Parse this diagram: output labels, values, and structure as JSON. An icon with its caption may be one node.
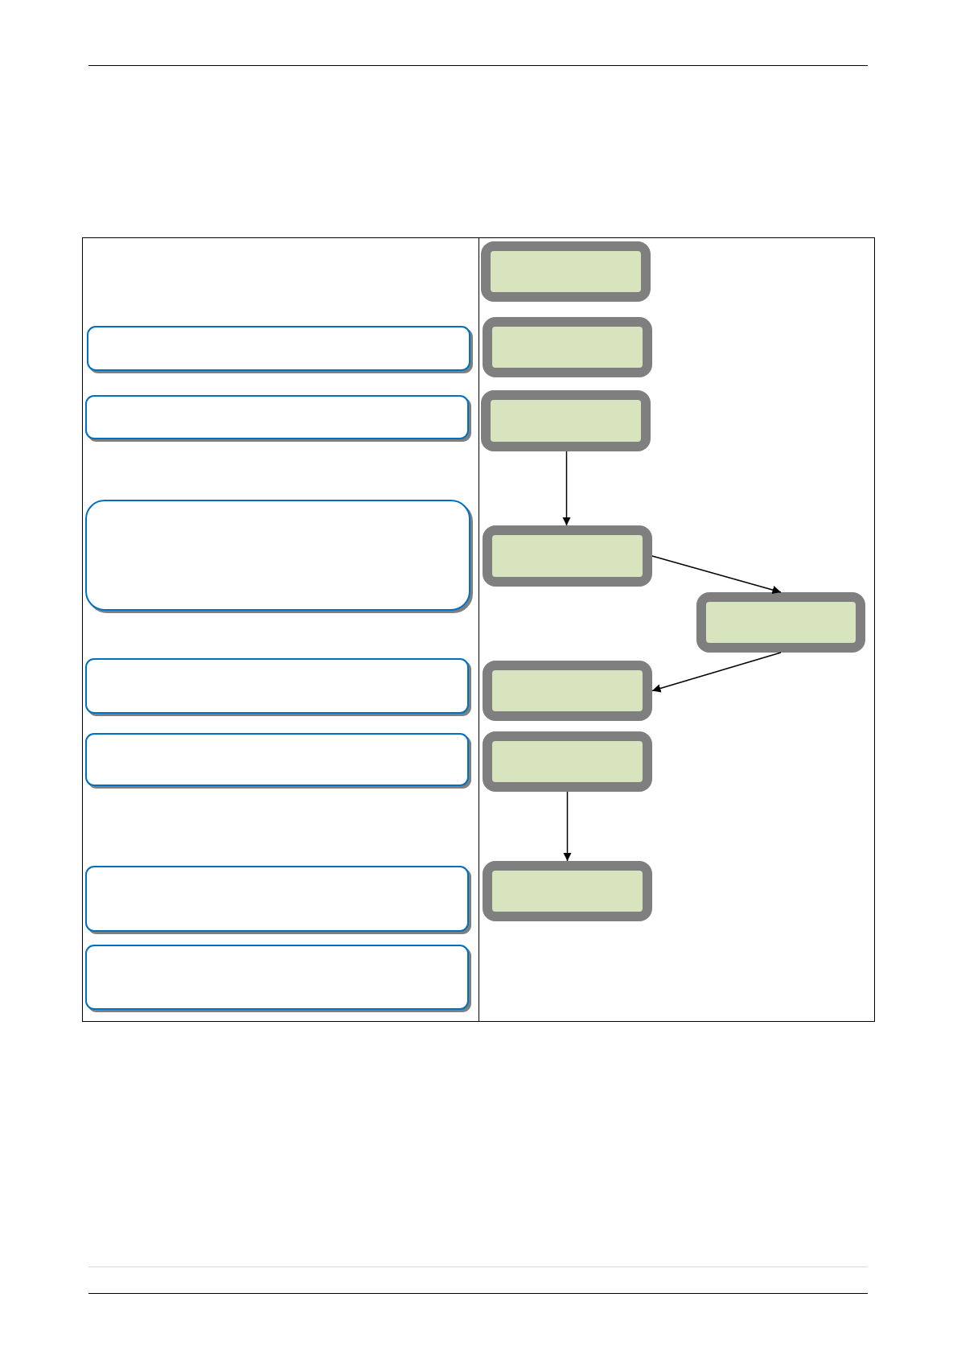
{
  "diagram": {
    "nodes": [
      {
        "text": [],
        "shape": "box"
      },
      {
        "text": [],
        "shape": "box"
      },
      {
        "text": [],
        "shape": "box"
      },
      {
        "text": [],
        "shape": "box"
      },
      {
        "text": [],
        "shape": "box"
      },
      {
        "text": [],
        "shape": "box"
      },
      {
        "text": [],
        "shape": "box"
      },
      {
        "text": [],
        "shape": "box"
      },
      {
        "text": [],
        "shape": "box"
      },
      {
        "text": [],
        "shape": "box"
      },
      {
        "text": [],
        "shape": "box"
      },
      {
        "text": [],
        "shape": "box"
      },
      {
        "text": [],
        "shape": "box"
      },
      {
        "text": [],
        "shape": "box"
      },
      {
        "text": [],
        "shape": "box"
      }
    ],
    "edges": [
      {
        "from": 9,
        "to": 10,
        "arrow": "to"
      },
      {
        "from": 10,
        "to": 11,
        "arrow": "to"
      },
      {
        "from": 11,
        "to": 12,
        "arrow": "to"
      },
      {
        "from": 13,
        "to": 14,
        "arrow": "to"
      }
    ]
  }
}
